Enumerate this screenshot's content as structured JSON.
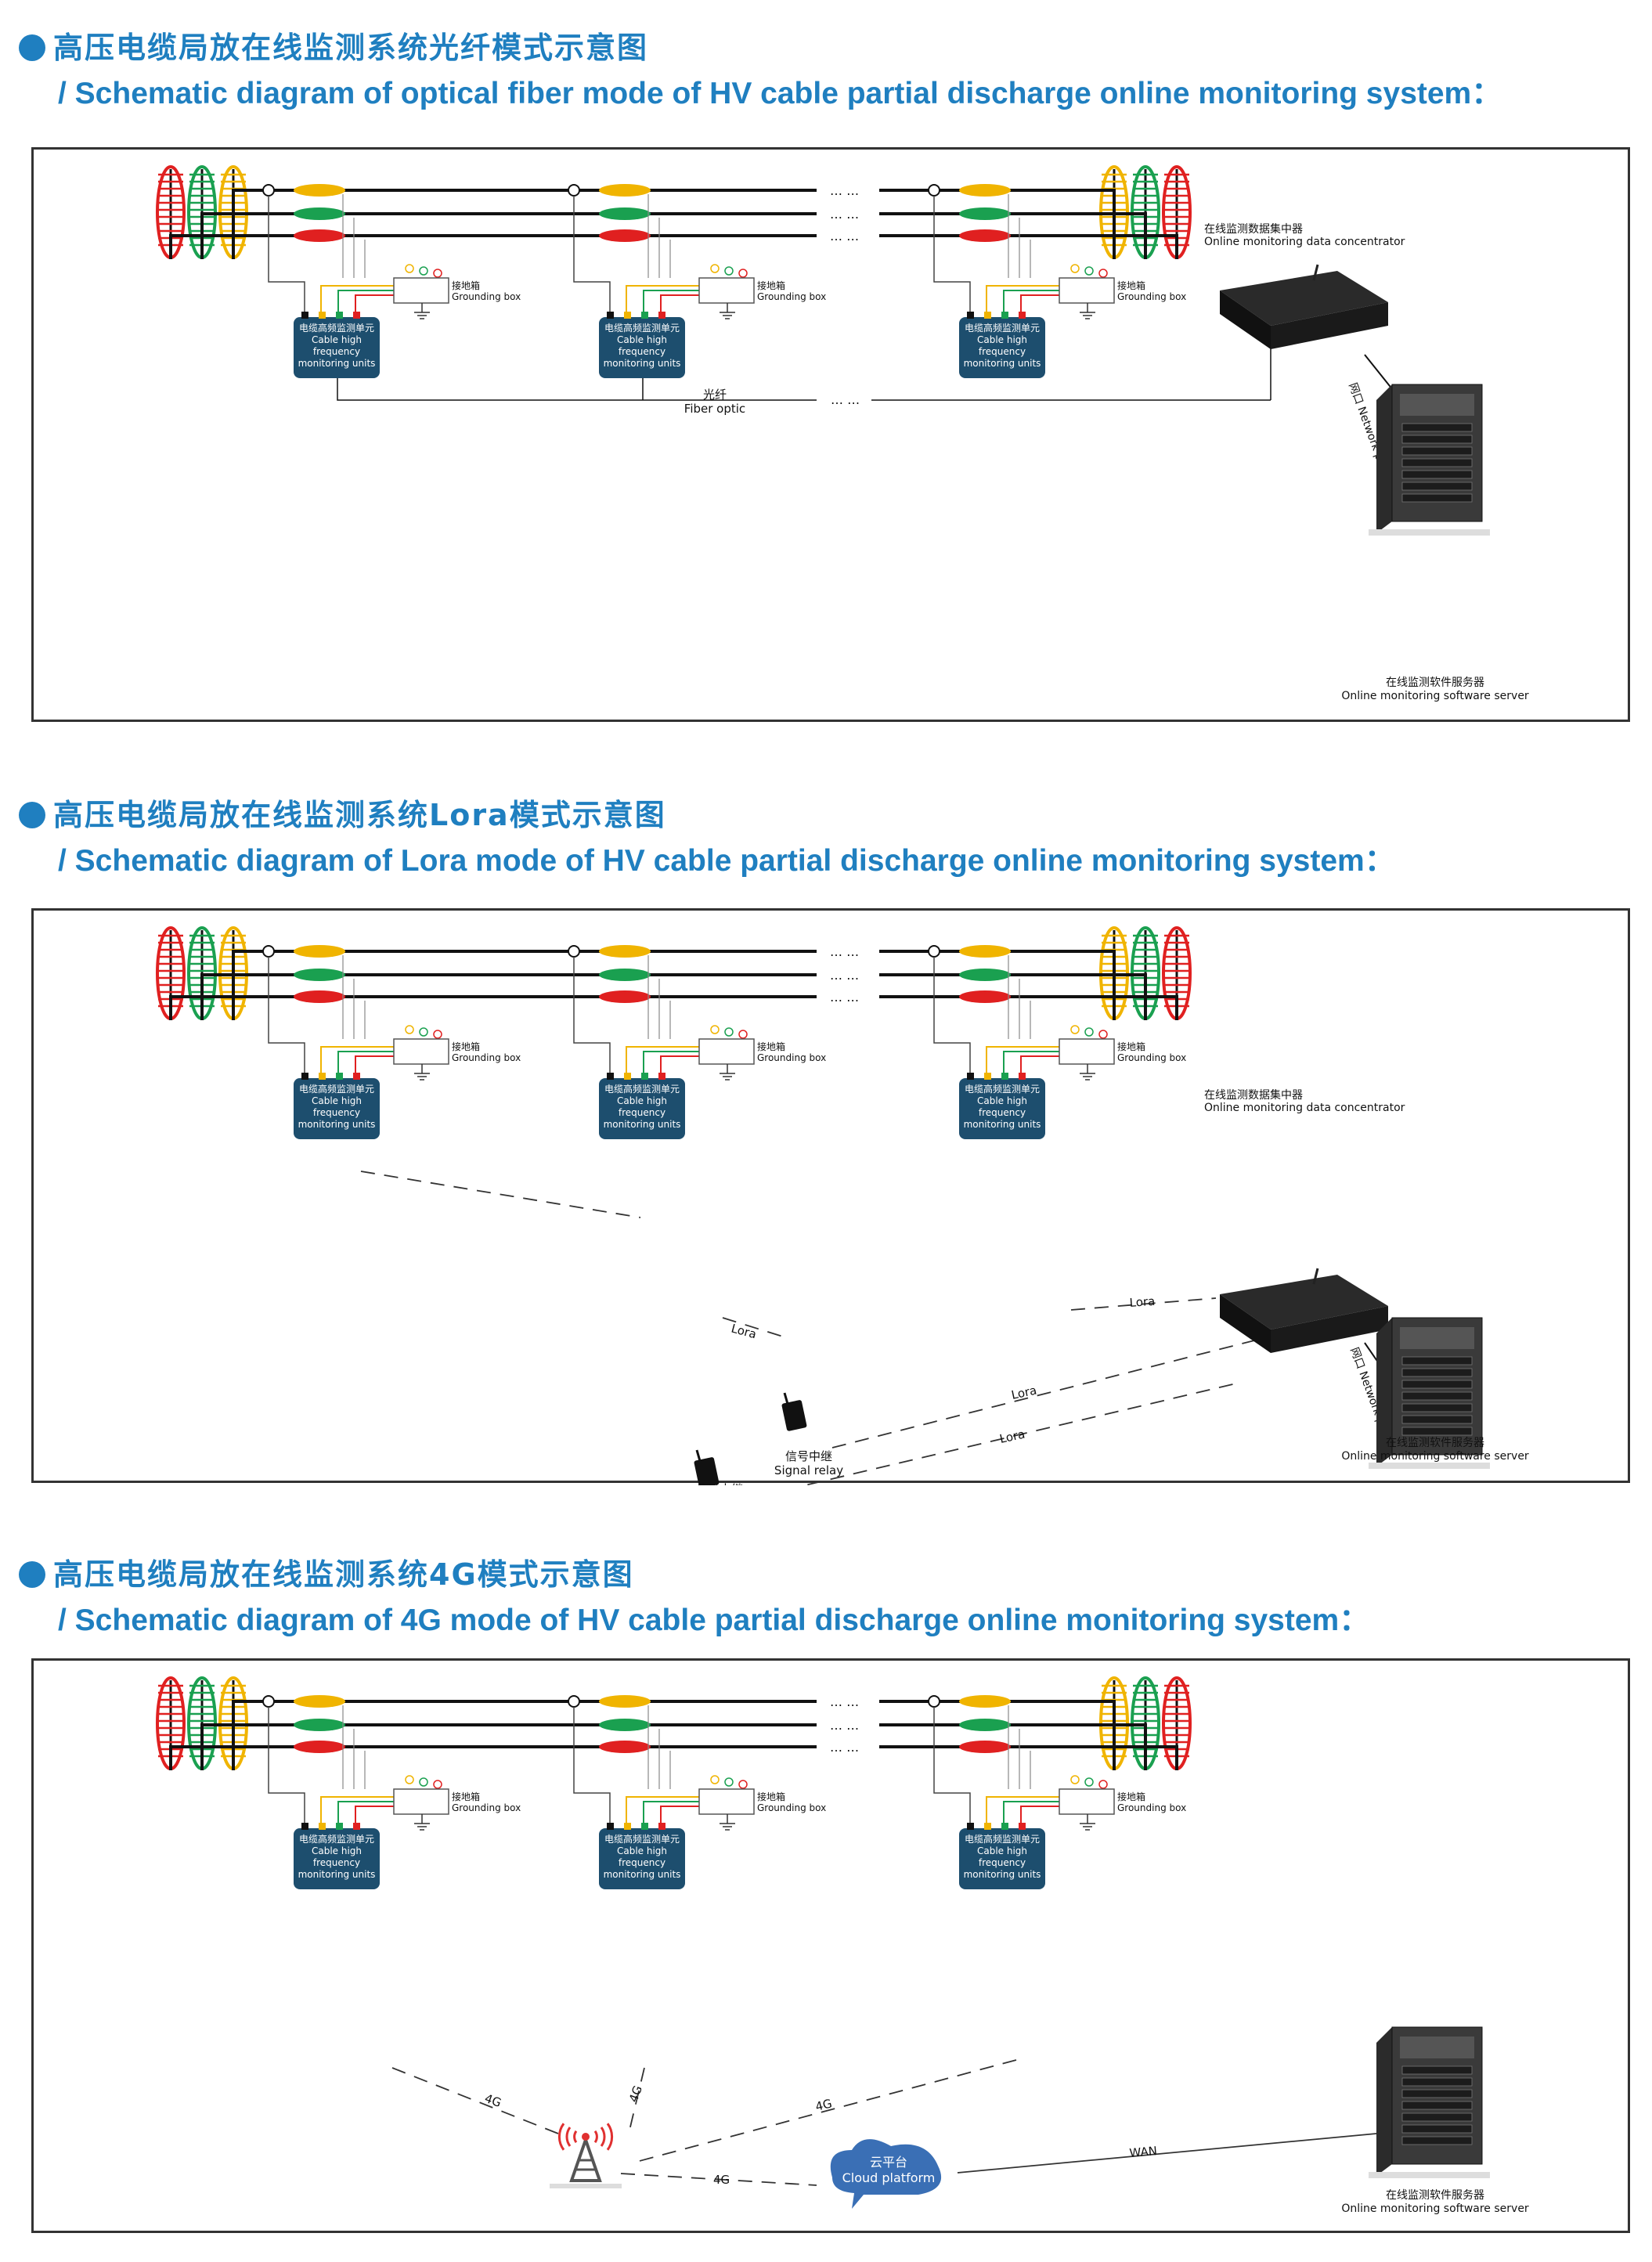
{
  "sections": [
    {
      "title_zh": "高压电缆局放在线监测系统光纤模式示意图",
      "title_en": "/ Schematic diagram of optical fiber mode of HV cable partial discharge online monitoring system：",
      "mode": "fiber",
      "unit_label": [
        "电缆高频监测单元",
        "Cable high",
        "frequency",
        "monitoring units"
      ],
      "grounding_box": [
        "接地箱",
        "Grounding box"
      ],
      "fiber_label": [
        "光纤",
        "Fiber optic"
      ],
      "concentrator_label": [
        "在线监测数据集中器",
        "Online monitoring data concentrator"
      ],
      "network_port": [
        "网口",
        "Network port"
      ],
      "server_label": [
        "在线监测软件服务器",
        "Online monitoring software server"
      ],
      "ellipsis": "… …"
    },
    {
      "title_zh": "高压电缆局放在线监测系统Lora模式示意图",
      "title_en": "/ Schematic diagram of Lora mode of HV cable partial discharge online monitoring system：",
      "mode": "lora",
      "unit_label": [
        "电缆高频监测单元",
        "Cable high",
        "frequency",
        "monitoring units"
      ],
      "grounding_box": [
        "接地箱",
        "Grounding box"
      ],
      "lora_label": "Lora",
      "relay_label": [
        "信号中继",
        "Signal relay"
      ],
      "concentrator_label": [
        "在线监测数据集中器",
        "Online monitoring data concentrator"
      ],
      "network_port": [
        "网口",
        "Network port"
      ],
      "server_label": [
        "在线监测软件服务器",
        "Online monitoring software server"
      ],
      "ellipsis": "… …"
    },
    {
      "title_zh": "高压电缆局放在线监测系统4G模式示意图",
      "title_en": "/ Schematic diagram of 4G mode of HV cable partial discharge online monitoring system：",
      "mode": "4g",
      "unit_label": [
        "电缆高频监测单元",
        "Cable high",
        "frequency",
        "monitoring units"
      ],
      "grounding_box": [
        "接地箱",
        "Grounding box"
      ],
      "g4_label": "4G",
      "cloud_label": [
        "云平台",
        "Cloud platform"
      ],
      "wan_label": "WAN",
      "server_label": [
        "在线监测软件服务器",
        "Online monitoring software server"
      ],
      "ellipsis": "… …"
    }
  ],
  "colors": {
    "title": "#1f7fc0",
    "phase_red": "#e02020",
    "phase_green": "#1aa050",
    "phase_yellow": "#f0b400",
    "unit_box": "#1d4e6e",
    "cloud": "#3a6fb5"
  }
}
